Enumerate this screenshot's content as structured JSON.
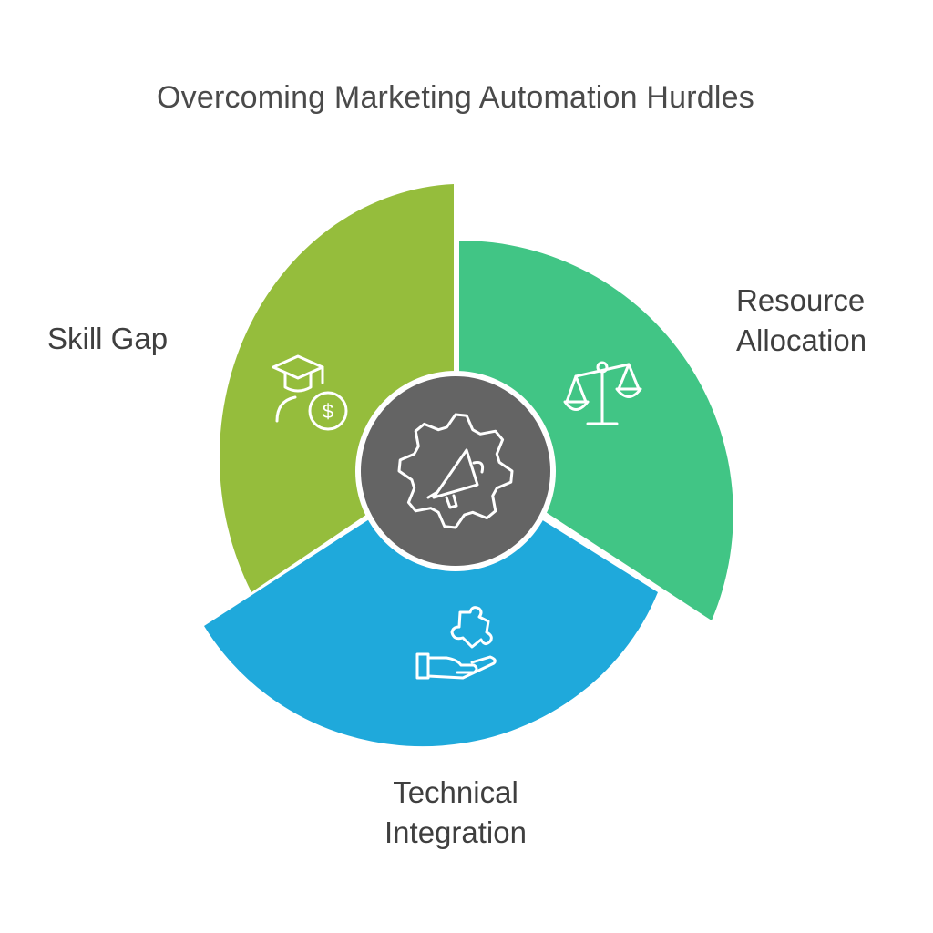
{
  "title": "Overcoming Marketing Automation Hurdles",
  "segments": [
    {
      "label_lines": [
        "Skill Gap"
      ],
      "color": "#95bd3c",
      "icon": "graduate-dollar-icon"
    },
    {
      "label_lines": [
        "Resource",
        "Allocation"
      ],
      "color": "#41c585",
      "icon": "balance-scale-icon"
    },
    {
      "label_lines": [
        "Technical",
        "Integration"
      ],
      "color": "#1fa9db",
      "icon": "hand-puzzle-icon"
    }
  ],
  "center": {
    "color": "#646464",
    "icon": "gear-megaphone-icon"
  }
}
